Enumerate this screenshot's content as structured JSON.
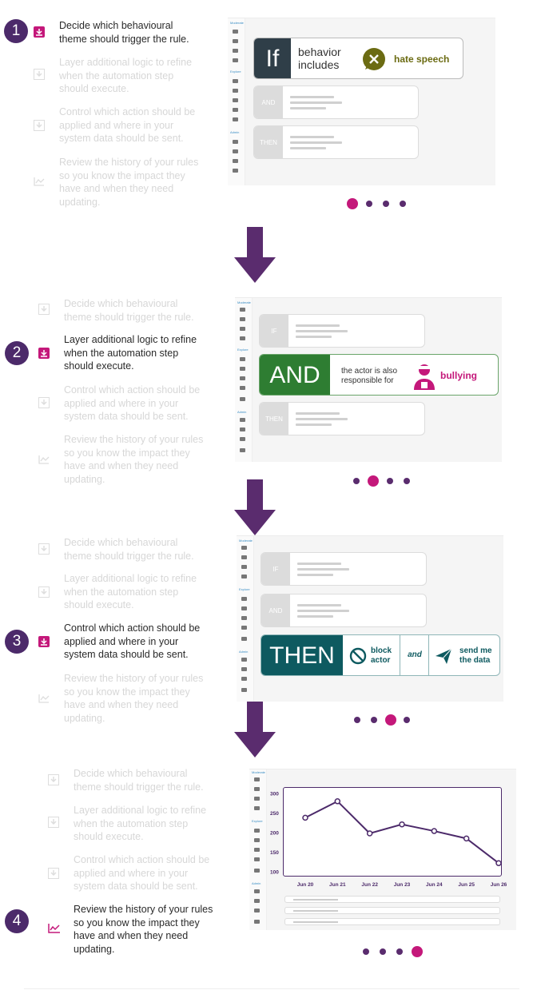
{
  "steps": [
    "Decide which behavioural theme should trigger the rule.",
    "Layer additional logic to refine when the automation step should execute.",
    "Control which action should be applied and where in your system data should be sent.",
    "Review the history of your rules so you know the impact they have and when they need updating."
  ],
  "numbers": [
    "1",
    "2",
    "3",
    "4"
  ],
  "sidebar": {
    "section_moderate": "Moderate",
    "section_explore": "Explore",
    "section_admin": "Admin"
  },
  "rule": {
    "if_label": "IF",
    "and_label": "AND",
    "then_label": "THEN"
  },
  "panel1": {
    "if_big": "If",
    "condition": "behavior includes",
    "theme": "hate speech"
  },
  "panel2": {
    "and_big": "AND",
    "condition": "the actor is also responsible for",
    "theme": "bullying"
  },
  "panel3": {
    "then_big": "THEN",
    "action1": "block actor",
    "joiner": "and",
    "action2": "send me the data"
  },
  "panel4": {
    "chart_data": {
      "type": "line",
      "categories": [
        "Jun 20",
        "Jun 21",
        "Jun 22",
        "Jun 23",
        "Jun 24",
        "Jun 25",
        "Jun 26"
      ],
      "values": [
        238,
        280,
        198,
        221,
        204,
        185,
        122
      ],
      "yticks": [
        "300",
        "250",
        "200",
        "150",
        "100"
      ],
      "ylim": [
        100,
        300
      ],
      "color": "#4c2a6a"
    }
  },
  "colors": {
    "purple": "#4c2a6a",
    "magenta": "#c4187a",
    "if_dark": "#2f3e48",
    "olive": "#6b6b12",
    "and_green": "#2e7d32",
    "then_teal": "#0e5a60"
  }
}
